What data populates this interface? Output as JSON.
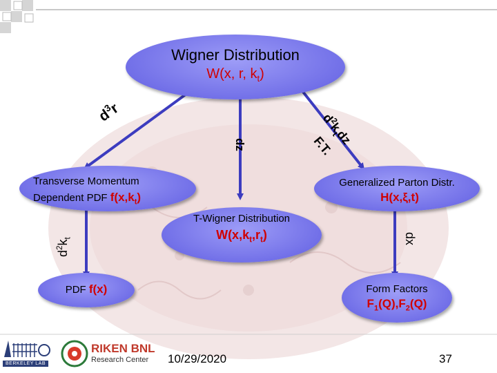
{
  "colors": {
    "node": "#7270e8",
    "arrow": "#3c3cbf",
    "text_red": "#d00000"
  },
  "top_node": {
    "title": "Wigner Distribution",
    "formula_main": "W(x, r, k",
    "formula_sub": "t",
    "formula_end": ")"
  },
  "left_node": {
    "line1": "Transverse Momentum",
    "line2": "Dependent PDF",
    "formula_main": "f(x,k",
    "formula_sub": "t",
    "formula_end": ")"
  },
  "right_node": {
    "line1": "Generalized Parton Distr.",
    "formula": "H(x,ξ,t)"
  },
  "center_node": {
    "line1": "T-Wigner Distribution",
    "formula_a": "W(x,k",
    "sub1": "t",
    "formula_b": ",r",
    "sub2": "t",
    "formula_end": ")"
  },
  "bottom_left_node": {
    "prefix": "PDF",
    "formula": "f(x)"
  },
  "bottom_right_node": {
    "line1": "Form Factors",
    "f1": "F",
    "s1": "1",
    "mid": "(Q),F",
    "s2": "2",
    "end": "(Q)"
  },
  "edges": {
    "top_left": {
      "main": "d",
      "sup": "3",
      "end": "r"
    },
    "top_center": "dz",
    "top_right": {
      "pre": "d",
      "sup": "2",
      "mid": "k",
      "sub": "t",
      "end": "dz"
    },
    "top_right_ft": "F.T.",
    "left": {
      "pre": "d",
      "sup": "2",
      "mid": "k",
      "sub": "t"
    },
    "right": "dx"
  },
  "footer": {
    "logo_left": "BERKELEY LAB",
    "logo_name": "RIKEN BNL",
    "logo_sub": "Research Center",
    "date": "10/29/2020",
    "page": "37"
  }
}
